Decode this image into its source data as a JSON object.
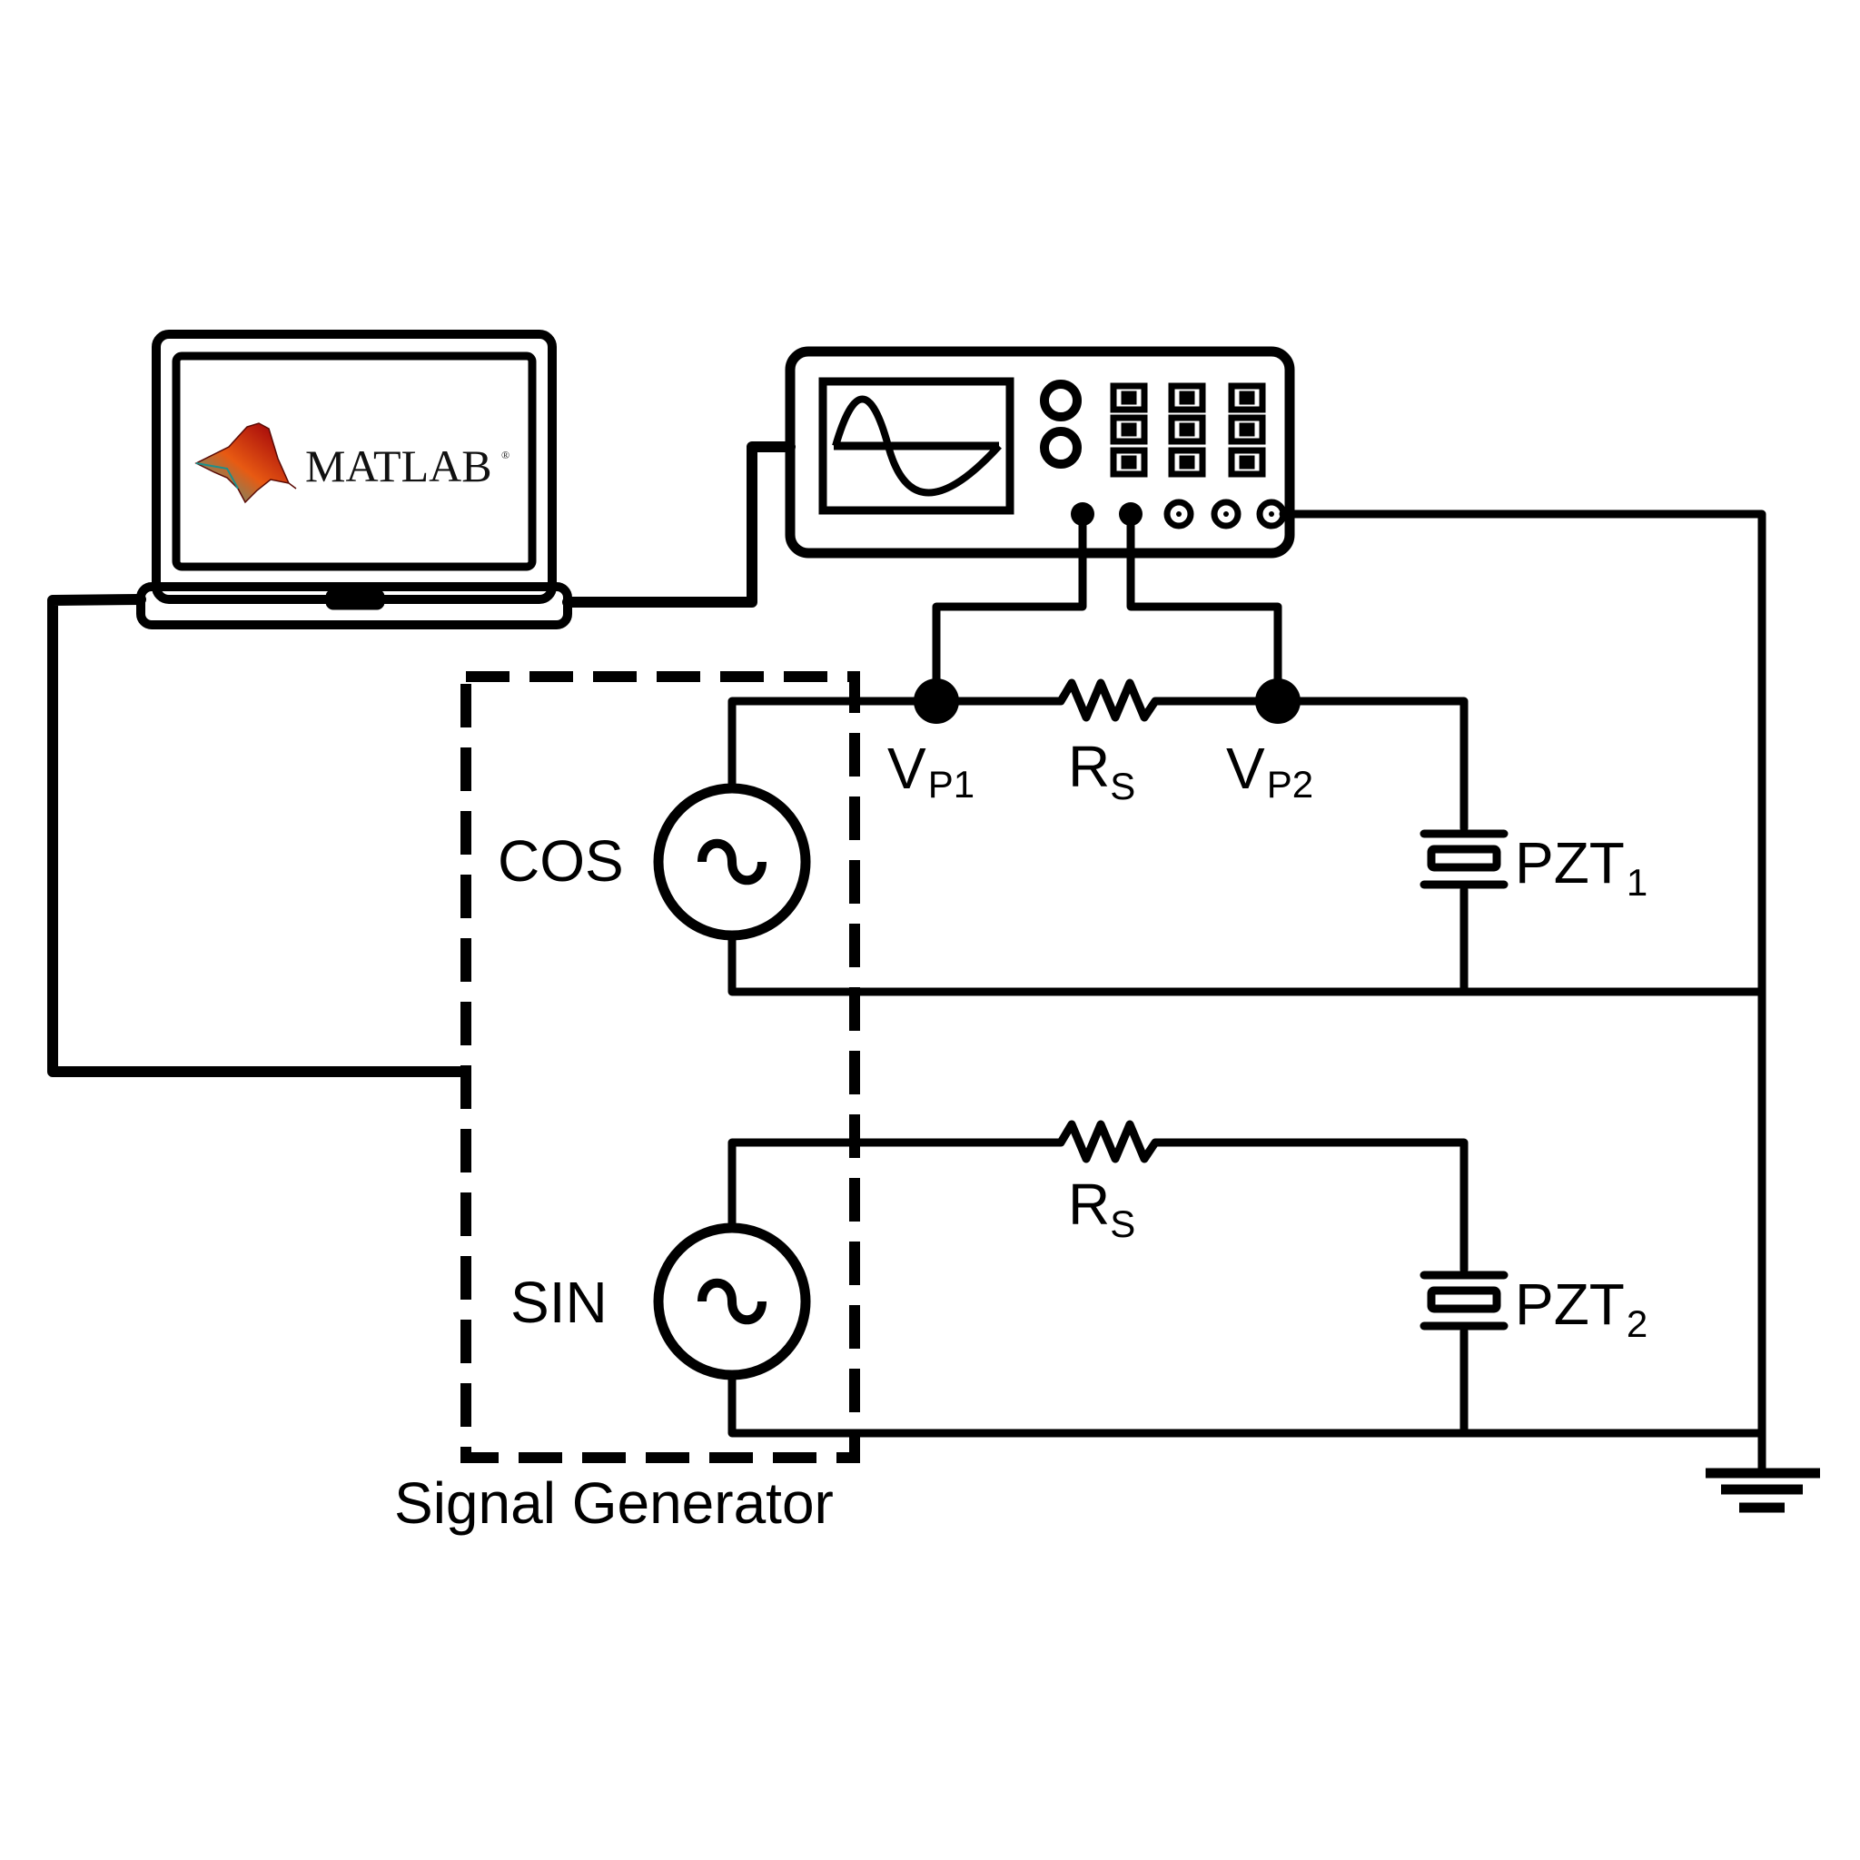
{
  "laptop": {
    "app_name": "MATLAB",
    "trademark": "®"
  },
  "labels": {
    "vp1_main": "V",
    "vp1_sub": "P1",
    "vp2_main": "V",
    "vp2_sub": "P2",
    "rs1_main": "R",
    "rs1_sub": "S",
    "rs2_main": "R",
    "rs2_sub": "S",
    "pzt1_main": "PZT",
    "pzt1_sub": "1",
    "pzt2_main": "PZT",
    "pzt2_sub": "2",
    "cos": "COS",
    "sin": "SIN",
    "signal_generator": "Signal Generator"
  },
  "icons": {
    "laptop": "laptop-icon",
    "oscilloscope": "oscilloscope-icon",
    "ac_source": "ac-source-icon",
    "resistor": "resistor-icon",
    "piezo": "piezo-crystal-icon",
    "ground": "ground-icon"
  },
  "colors": {
    "stroke": "#000000",
    "background": "#ffffff"
  }
}
